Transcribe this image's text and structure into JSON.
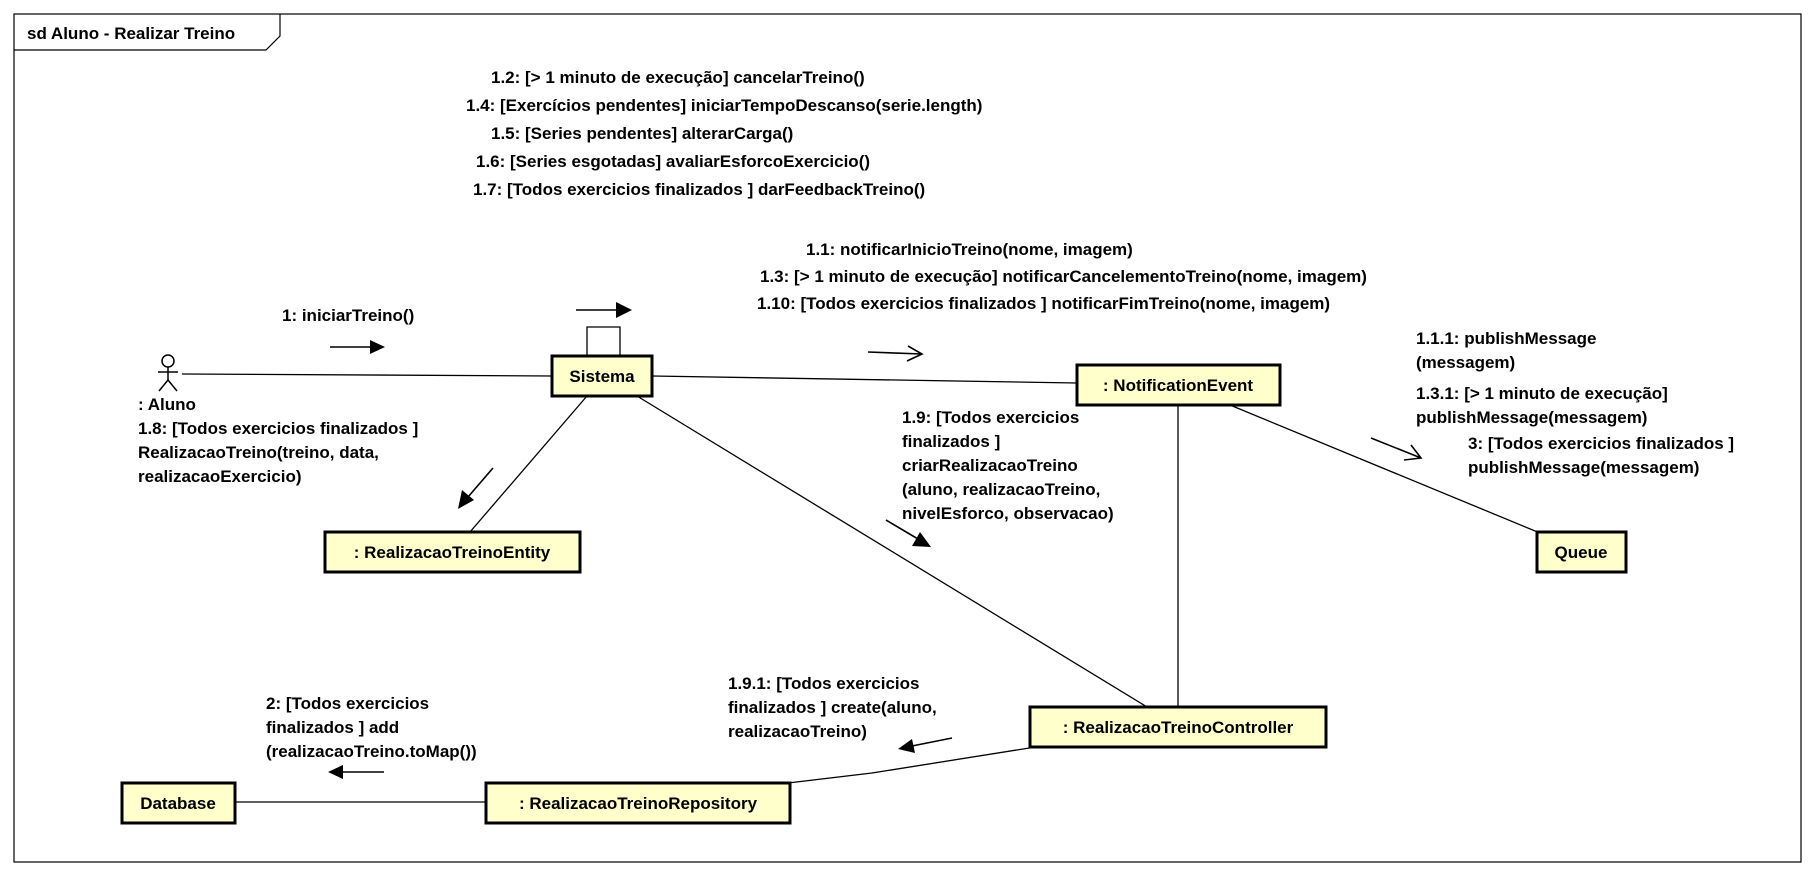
{
  "frame": {
    "title": "sd Aluno - Realizar Treino"
  },
  "actor": {
    "name": ": Aluno"
  },
  "nodes": {
    "sistema": ": Sistema",
    "sistema_display": "Sistema",
    "notification_event": ": NotificationEvent",
    "queue": "Queue",
    "realizacao_treino_entity": ": RealizacaoTreinoEntity",
    "realizacao_treino_controller": ": RealizacaoTreinoController",
    "realizacao_treino_repository": ": RealizacaoTreinoRepository",
    "database": "Database"
  },
  "messages": {
    "self_sistema": [
      "1.2: [> 1 minuto de execução] cancelarTreino()",
      "1.4: [Exercícios pendentes] iniciarTempoDescanso(serie.length)",
      "1.5: [Series pendentes] alterarCarga()",
      "1.6: [Series esgotadas] avaliarEsforcoExercicio()",
      "1.7: [Todos exercicios finalizados ] darFeedbackTreino()"
    ],
    "aluno_to_sistema": [
      "1: iniciarTreino()"
    ],
    "sistema_to_notification": [
      "1.1: notificarInicioTreino(nome, imagem)",
      "1.3: [> 1 minuto de execução] notificarCancelementoTreino(nome, imagem)",
      "1.10: [Todos exercicios finalizados ] notificarFimTreino(nome, imagem)"
    ],
    "notification_to_queue_a": [
      "1.1.1: publishMessage",
      "(messagem)"
    ],
    "notification_to_queue_b": [
      "1.3.1: [> 1 minuto de execução]",
      "publishMessage(messagem)"
    ],
    "notification_to_queue_c": [
      "3: [Todos exercicios finalizados ]",
      "publishMessage(messagem)"
    ],
    "sistema_to_entity": [
      "1.8: [Todos exercicios finalizados ]",
      "RealizacaoTreino(treino, data,",
      "realizacaoExercicio)"
    ],
    "sistema_to_controller": [
      "1.9: [Todos exercicios",
      "finalizados ]",
      "criarRealizacaoTreino",
      "(aluno, realizacaoTreino,",
      "nivelEsforco, observacao)"
    ],
    "controller_to_repository": [
      "1.9.1: [Todos exercicios",
      "finalizados ] create(aluno,",
      "realizacaoTreino)"
    ],
    "repository_to_database": [
      "2: [Todos exercicios",
      "finalizados ] add",
      "(realizacaoTreino.toMap())"
    ]
  },
  "colors": {
    "node_fill": "#ffffcc",
    "stroke": "#000000",
    "background": "#ffffff"
  }
}
